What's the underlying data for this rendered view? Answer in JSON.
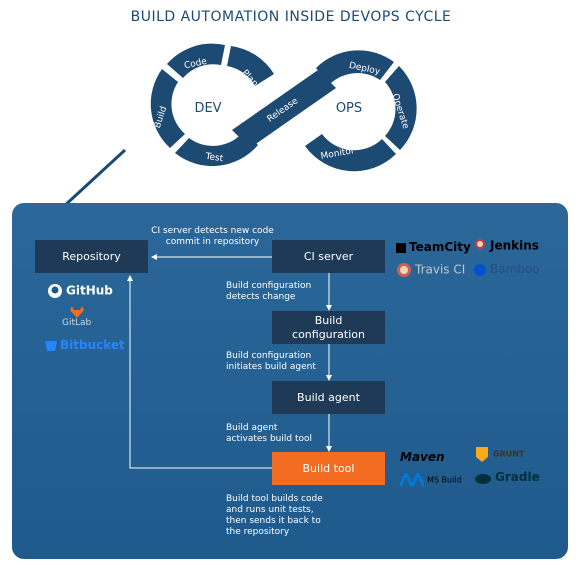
{
  "title": "BUILD AUTOMATION INSIDE DEVOPS CYCLE",
  "cycle": {
    "left_center": "DEV",
    "right_center": "OPS",
    "segments": [
      "Code",
      "Plan",
      "Build",
      "Test",
      "Release",
      "Deploy",
      "Operate",
      "Monitor"
    ]
  },
  "flow": {
    "repository": "Repository",
    "ci_server": "CI server",
    "build_configuration": "Build configuration",
    "build_agent": "Build agent",
    "build_tool": "Build tool"
  },
  "notes": {
    "ci_detects": "CI server detects new code commit in repository",
    "config_detects": "Build configuration detects change",
    "config_initiates": "Build configuration initiates build agent",
    "agent_activates": "Build agent activates build tool",
    "tool_builds": "Build tool builds code and runs unit tests, then sends it back to the repository"
  },
  "logos": {
    "repository": [
      "GitHub",
      "GitLab",
      "Bitbucket"
    ],
    "ci_server": [
      "TeamCity",
      "Jenkins",
      "Travis CI",
      "Bamboo"
    ],
    "build_tool": [
      "Maven",
      "GRUNT",
      "MS Build",
      "Gradle"
    ]
  },
  "colors": {
    "panel": "#2c6799",
    "box": "#1e3a57",
    "build_tool_box": "#f26d21",
    "cycle_segment": "#1d4a73"
  }
}
